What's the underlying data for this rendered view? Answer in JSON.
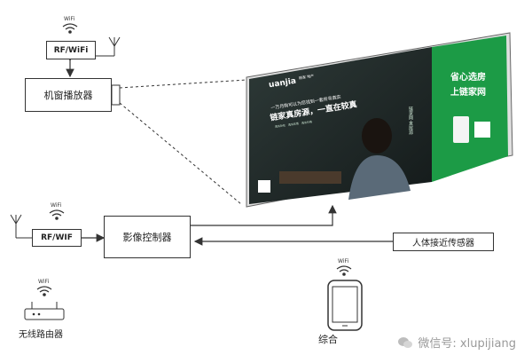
{
  "wifi_label": "WiFi",
  "rf_top_label": "RF/WiFi",
  "rf_bottom_label": "RF/WIF",
  "player_label": "机窗播放器",
  "controller_label": "影像控制器",
  "sensor_label": "人体接近传感器",
  "router_label": "无线路由器",
  "phone_caption": "综合",
  "billboard": {
    "brand": "uanjia",
    "brand_tag": "链家 地产",
    "headline_small": "一万月购可以为您找到一套所寻真实",
    "headline_big": "链家真房源，一直在较真",
    "tags": [
      "真实存在",
      "真实在售",
      "真实价格"
    ],
    "right_line1": "省心选房",
    "right_line2": "上链家网",
    "side_text": "链家网·真房源"
  },
  "watermark": "微信号: xlupijiang",
  "colors": {
    "accent_green": "#1c9b46",
    "line": "#333333"
  }
}
